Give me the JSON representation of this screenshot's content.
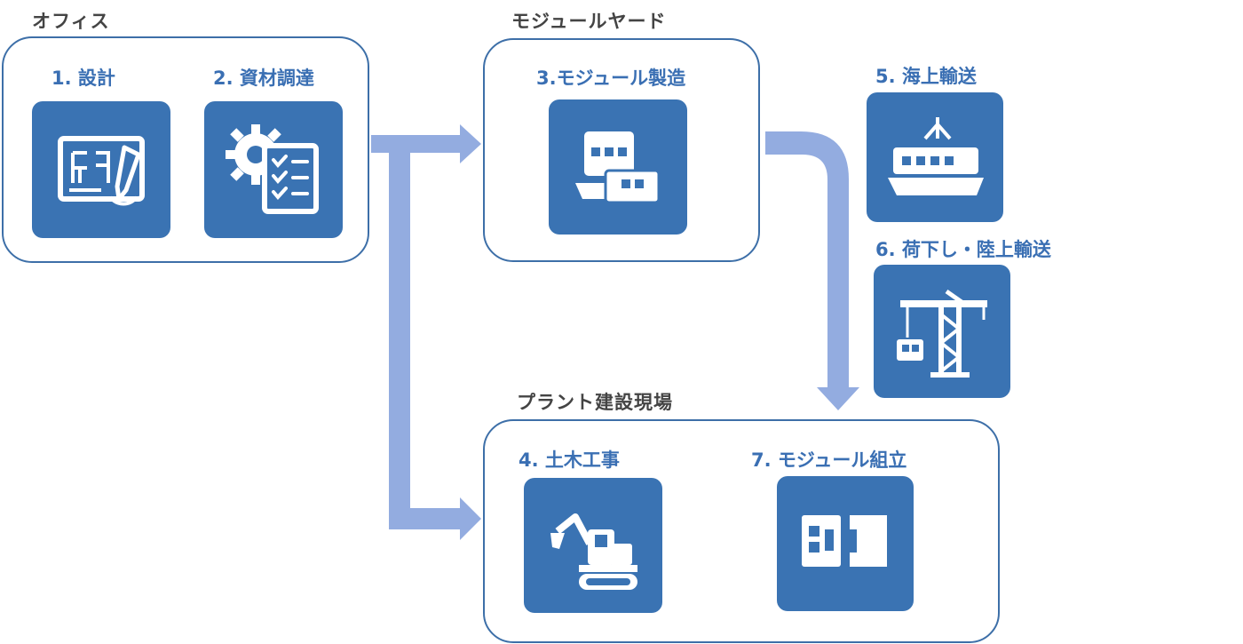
{
  "groups": {
    "office": "オフィス",
    "module_yard": "モジュールヤード",
    "plant_site": "プラント建設現場"
  },
  "steps": {
    "s1": "1. 設計",
    "s2": "2. 資材調達",
    "s3": "3.モジュール製造",
    "s4": "4. 土木工事",
    "s5": "5. 海上輸送",
    "s6": "6. 荷下し・陸上輸送",
    "s7": "7. モジュール組立"
  },
  "icons": {
    "s1": "blueprint-pencil-icon",
    "s2": "gear-checklist-icon",
    "s3": "module-fabrication-icon",
    "s4": "excavator-icon",
    "s5": "cargo-ship-icon",
    "s6": "crane-icon",
    "s7": "module-assembly-icon"
  },
  "colors": {
    "box_border": "#3d6fa8",
    "tile": "#3a73b3",
    "step_text": "#3a6fb3",
    "arrow": "#93ace0",
    "group_text": "#444444"
  }
}
